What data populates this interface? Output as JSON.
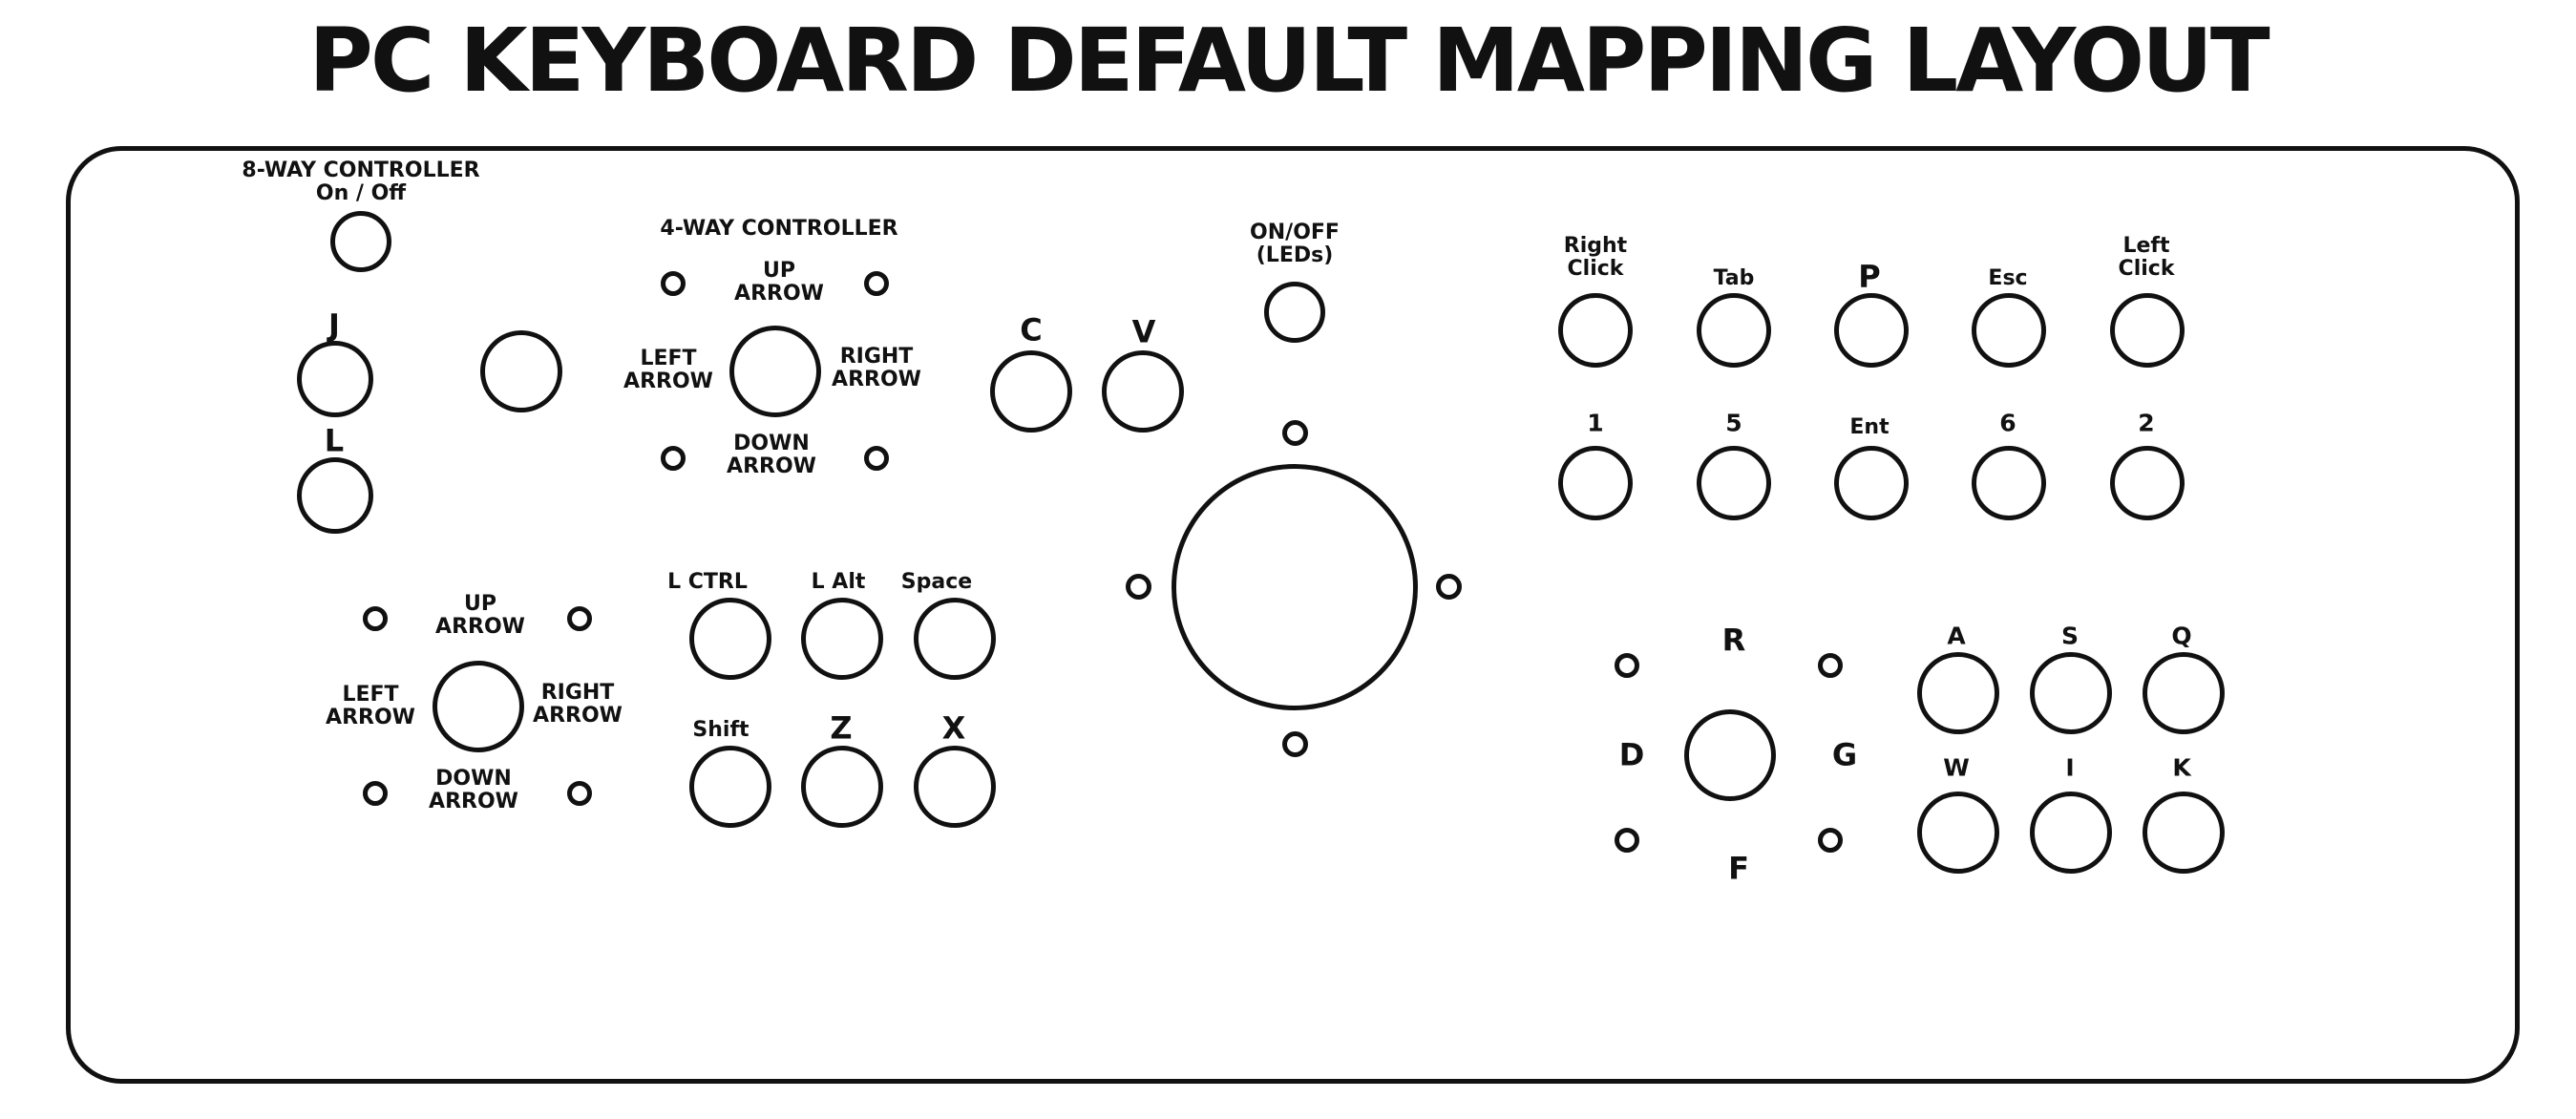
{
  "title": "PC KEYBOARD DEFAULT MAPPING LAYOUT",
  "labels": {
    "eight_way": "8-WAY CONTROLLER",
    "on_off": "On / Off",
    "J": "J",
    "L": "L",
    "four_way": "4-WAY CONTROLLER",
    "fw_up": "UP\nARROW",
    "fw_left": "LEFT\nARROW",
    "fw_right": "RIGHT\nARROW",
    "fw_down": "DOWN\nARROW",
    "C": "C",
    "V": "V",
    "onoff_leds": "ON/OFF\n(LEDs)",
    "right_click": "Right\nClick",
    "tab": "Tab",
    "P": "P",
    "esc": "Esc",
    "left_click": "Left\nClick",
    "n1": "1",
    "n5": "5",
    "ent": "Ent",
    "n6": "6",
    "n2": "2",
    "sw_up": "UP\nARROW",
    "sw_left": "LEFT\nARROW",
    "sw_right": "RIGHT\nARROW",
    "sw_down": "DOWN\nARROW",
    "lctrl": "L CTRL",
    "lalt": "L Alt",
    "space": "Space",
    "shift": "Shift",
    "Z": "Z",
    "X": "X",
    "R": "R",
    "D": "D",
    "G": "G",
    "F": "F",
    "A": "A",
    "S": "S",
    "Q": "Q",
    "W": "W",
    "I": "I",
    "K": "K"
  }
}
